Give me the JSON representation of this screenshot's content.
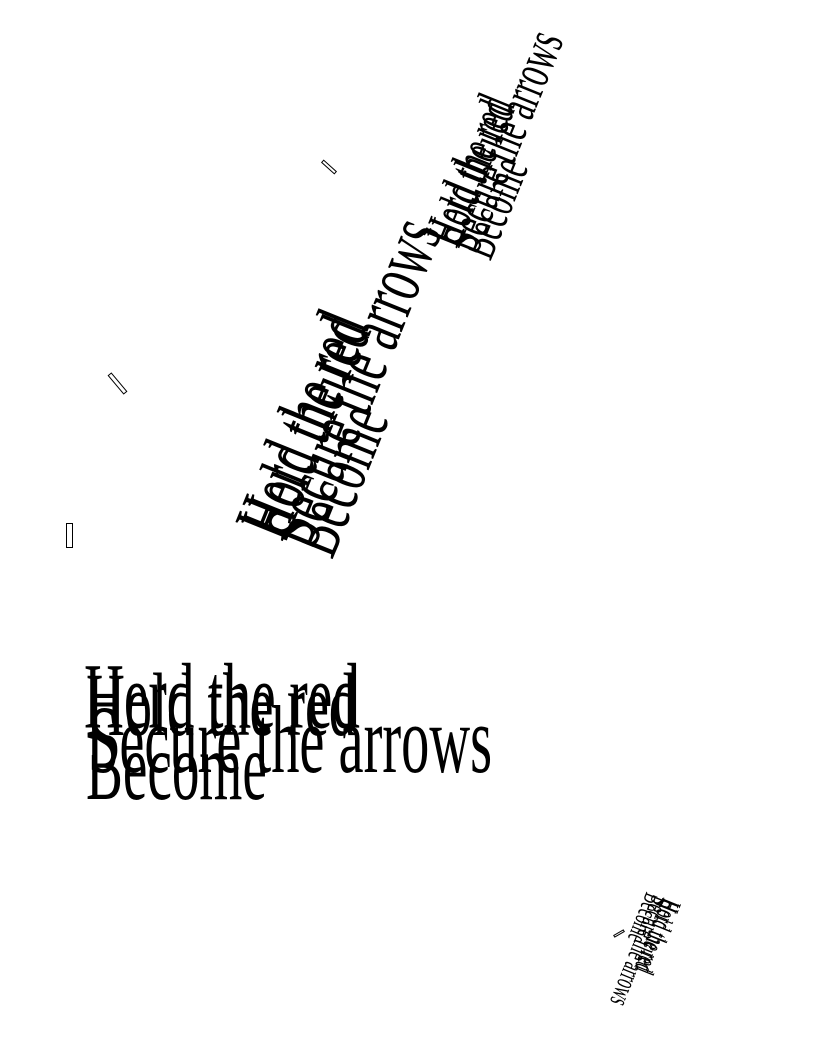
{
  "text_layers": [
    "Herd the red",
    "Hold the red",
    "Secure the arrows",
    "Become"
  ],
  "clusters": [
    "main-cluster",
    "middle-rotated-cluster",
    "top-rotated-cluster",
    "small-rotated-cluster"
  ],
  "colors": {
    "text": "#000000",
    "background": "#ffffff"
  }
}
